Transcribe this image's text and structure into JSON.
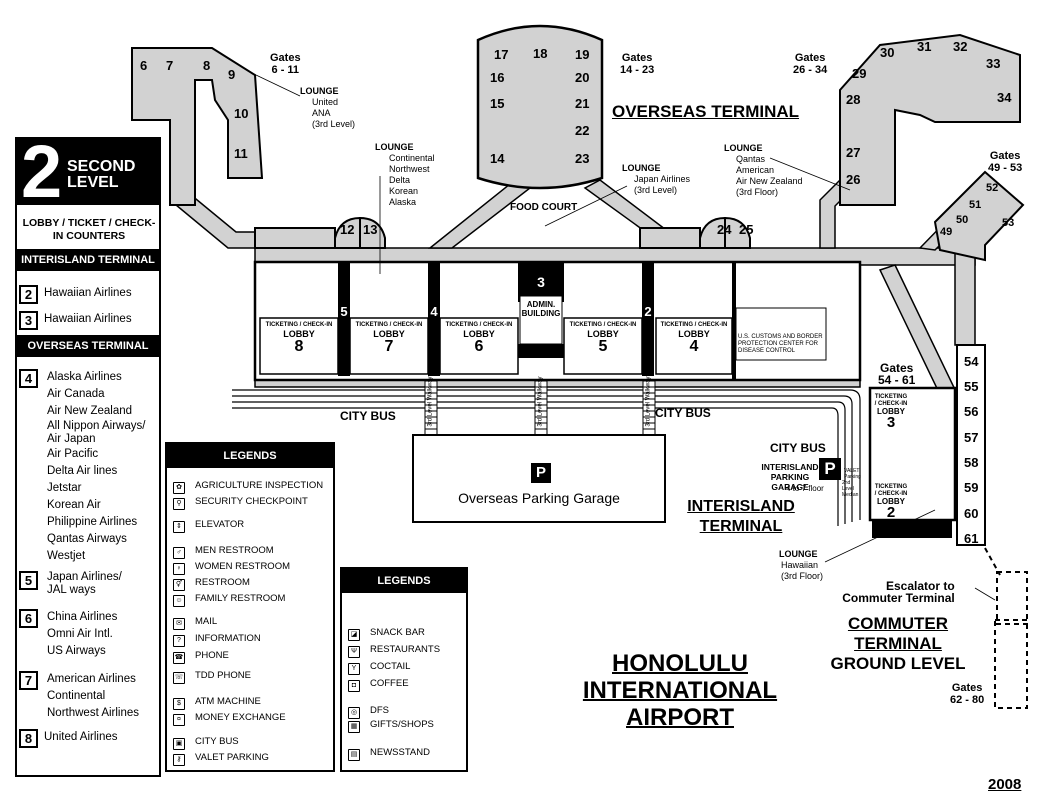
{
  "level_box": {
    "number": "2",
    "title": "SECOND LEVEL",
    "subtitle": "LOBBY / TICKET / CHECK-IN COUNTERS"
  },
  "interisland_header": "INTERISLAND TERMINAL",
  "overseas_header": "OVERSEAS TERMINAL",
  "lobbies": [
    {
      "num": "2",
      "airlines": [
        "Hawaiian Airlines"
      ]
    },
    {
      "num": "3",
      "airlines": [
        "Hawaiian Airlines"
      ]
    },
    {
      "num": "4",
      "airlines": [
        "Alaska Airlines",
        "Air Canada",
        "Air New Zealand",
        "All Nippon Airways/",
        "Air Japan",
        "Air Pacific",
        "Delta Air lines",
        "Jetstar",
        "Korean Air",
        "Philippine Airlines",
        "Qantas Airways",
        "Westjet"
      ]
    },
    {
      "num": "5",
      "airlines": [
        "Japan Airlines/",
        "JAL ways"
      ]
    },
    {
      "num": "6",
      "airlines": [
        "China Airlines",
        "Omni Air Intl.",
        "US Airways"
      ]
    },
    {
      "num": "7",
      "airlines": [
        "American Airlines",
        "Continental",
        "Northwest Airlines"
      ]
    },
    {
      "num": "8",
      "airlines": [
        "United Airlines"
      ]
    }
  ],
  "legend1": {
    "title": "LEGENDS",
    "items": [
      {
        "icon": "agriculture-inspection-icon",
        "label": "AGRICULTURE INSPECTION"
      },
      {
        "icon": "security-checkpoint-icon",
        "label": "SECURITY CHECKPOINT"
      },
      {
        "icon": "elevator-icon",
        "label": "ELEVATOR"
      },
      {
        "icon": "men-restroom-icon",
        "label": "MEN RESTROOM"
      },
      {
        "icon": "women-restroom-icon",
        "label": "WOMEN RESTROOM"
      },
      {
        "icon": "restroom-icon",
        "label": "RESTROOM"
      },
      {
        "icon": "family-restroom-icon",
        "label": "FAMILY RESTROOM"
      },
      {
        "icon": "mail-icon",
        "label": "MAIL"
      },
      {
        "icon": "information-icon",
        "label": "INFORMATION"
      },
      {
        "icon": "phone-icon",
        "label": "PHONE"
      },
      {
        "icon": "tdd-phone-icon",
        "label": "TDD PHONE"
      },
      {
        "icon": "atm-machine-icon",
        "label": "ATM MACHINE"
      },
      {
        "icon": "money-exchange-icon",
        "label": "MONEY EXCHANGE"
      },
      {
        "icon": "city-bus-icon",
        "label": "CITY BUS"
      },
      {
        "icon": "valet-parking-icon",
        "label": "VALET PARKING"
      }
    ]
  },
  "legend2": {
    "title": "LEGENDS",
    "items": [
      {
        "icon": "snack-bar-icon",
        "label": "SNACK BAR"
      },
      {
        "icon": "restaurant-icon",
        "label": "RESTAURANTS"
      },
      {
        "icon": "cocktail-icon",
        "label": "COCTAIL"
      },
      {
        "icon": "coffee-icon",
        "label": "COFFEE"
      },
      {
        "icon": "dfs-icon",
        "label": "DFS"
      },
      {
        "icon": "gift-shop-icon",
        "label": "GIFTS/SHOPS"
      },
      {
        "icon": "newsstand-icon",
        "label": "NEWSSTAND"
      }
    ]
  },
  "gate_groups": [
    {
      "label": "Gates",
      "range": "6 - 11"
    },
    {
      "label": "Gates",
      "range": "14 - 23"
    },
    {
      "label": "Gates",
      "range": "26 - 34"
    },
    {
      "label": "Gates",
      "range": "49 - 53"
    },
    {
      "label": "Gates",
      "range": "54 - 61"
    },
    {
      "label": "Gates",
      "range": "62 - 80"
    }
  ],
  "gates": [
    "6",
    "7",
    "8",
    "9",
    "10",
    "11",
    "12",
    "13",
    "14",
    "15",
    "16",
    "17",
    "18",
    "19",
    "20",
    "21",
    "22",
    "23",
    "24",
    "25",
    "26",
    "27",
    "28",
    "29",
    "30",
    "31",
    "32",
    "33",
    "34",
    "49",
    "50",
    "51",
    "52",
    "53",
    "54",
    "55",
    "56",
    "57",
    "58",
    "59",
    "60",
    "61"
  ],
  "lounges": [
    {
      "title": "LOUNGE",
      "lines": [
        "United",
        "ANA",
        "(3rd Level)"
      ]
    },
    {
      "title": "LOUNGE",
      "lines": [
        "Continental",
        "Northwest",
        "Delta",
        "Korean",
        "Alaska"
      ]
    },
    {
      "title": "LOUNGE",
      "lines": [
        "Japan Airlines",
        "(3rd Level)"
      ]
    },
    {
      "title": "LOUNGE",
      "lines": [
        "Qantas",
        "American",
        "Air New Zealand",
        "(3rd Floor)"
      ]
    },
    {
      "title": "LOUNGE",
      "lines": [
        "Hawaiian",
        "(3rd Floor)"
      ]
    }
  ],
  "map_labels": {
    "overseas_terminal": "OVERSEAS TERMINAL",
    "food_court": "FOOD COURT",
    "admin_building": "ADMIN. BUILDING",
    "ticketing": "TICKETING / CHECK-IN",
    "lobby": "LOBBY",
    "customs": "U.S. CUSTOMS AND BORDER PROTECTION CENTER FOR DISEASE CONTROL",
    "city_bus": "CITY BUS",
    "walkway": "3rd Level Walkway",
    "parking_icon": "P",
    "overseas_garage": "Overseas Parking Garage",
    "interisland_garage": "INTERISLAND PARKING GARAGE",
    "garage_floors": "4 to 7 floor",
    "interisland_terminal_1": "INTERISLAND",
    "interisland_terminal_2": "TERMINAL",
    "escalator_1": "Escalator to",
    "escalator_2": "Commuter Terminal",
    "commuter_1": "COMMUTER",
    "commuter_2": "TERMINAL",
    "commuter_3": "GROUND LEVEL",
    "valet_parking": "VALET Parking",
    "level_median": "2nd Level Median"
  },
  "map_title": {
    "line1": "HONOLULU",
    "line2": "INTERNATIONAL",
    "line3": "AIRPORT"
  },
  "year": "2008"
}
